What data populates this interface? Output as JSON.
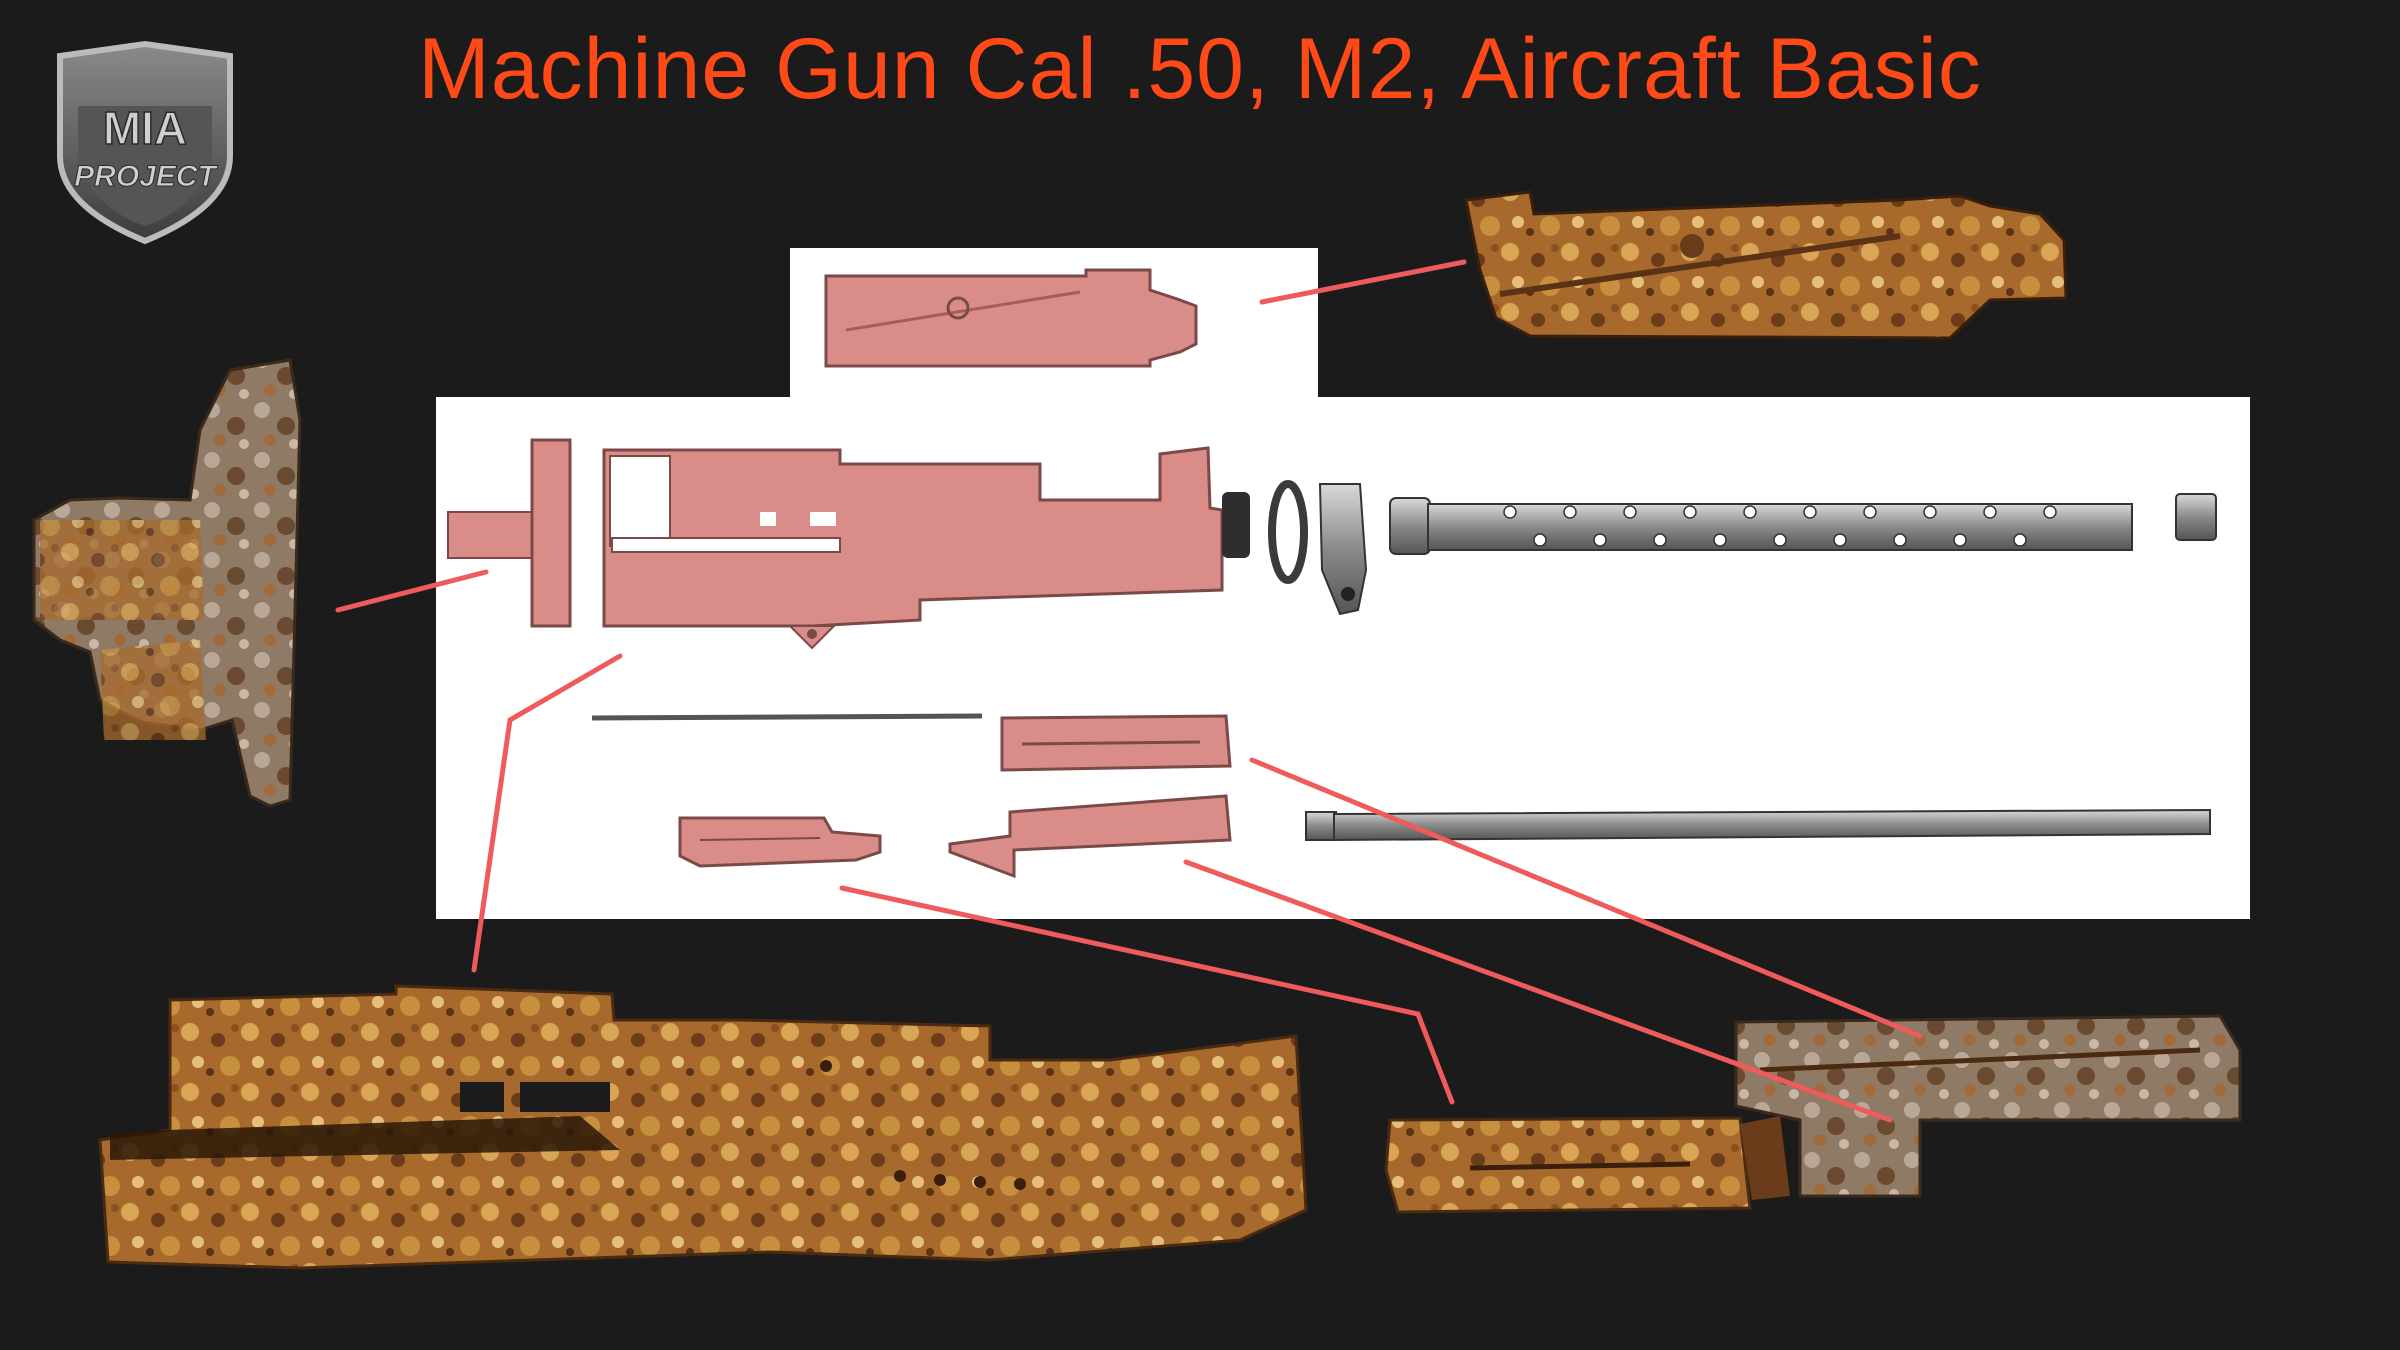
{
  "title": "Machine Gun Cal .50, M2, Aircraft Basic",
  "logo": {
    "line1": "MIA",
    "line2": "PROJECT"
  },
  "colors": {
    "background": "#1b1b1b",
    "title": "#ff4a17",
    "pink_parts": "#d98c88",
    "connector": "#ef5a5a",
    "rust_dark": "#6b3c1a",
    "rust_mid": "#a86a2c",
    "rust_light": "#d8a654",
    "steel": "#9a9a9a"
  },
  "icons": [
    "shield-logo-icon"
  ]
}
